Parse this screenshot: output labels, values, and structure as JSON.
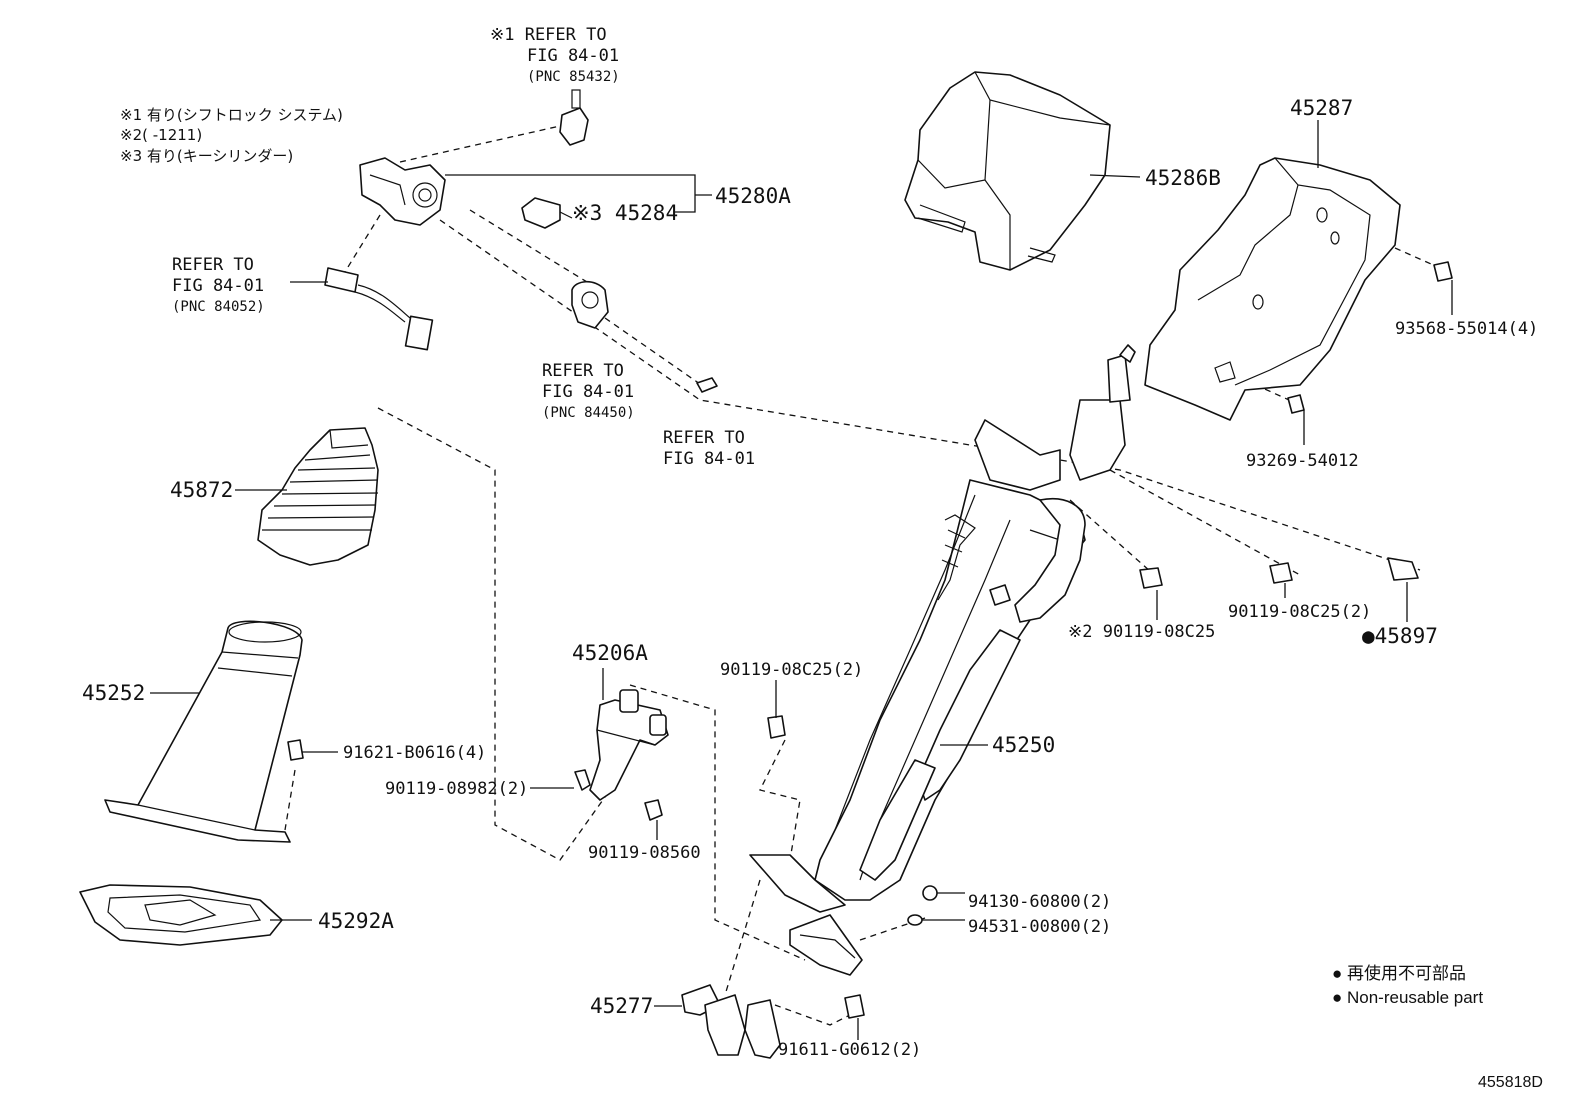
{
  "notes": {
    "n1": "※1 有り(シフトロック システム)",
    "n2": "※2(     -1211)",
    "n3": "※3 有り(キーシリンダー)"
  },
  "refs": {
    "r1": {
      "line1": "※1 REFER TO",
      "line2": "FIG 84-01",
      "line3": "(PNC 85432)"
    },
    "r2": {
      "line1": "REFER TO",
      "line2": "FIG 84-01",
      "line3": "(PNC 84052)"
    },
    "r3": {
      "line1": "REFER TO",
      "line2": "FIG 84-01",
      "line3": "(PNC 84450)"
    },
    "r4": {
      "line1": "REFER TO",
      "line2": "FIG 84-01"
    }
  },
  "parts": {
    "p45280A": "45280A",
    "p45284": "※3 45284",
    "p45286B": "45286B",
    "p45287": "45287",
    "p93568": "93568-55014(4)",
    "p93269": "93269-54012",
    "p90119a": "※2 90119-08C25",
    "p90119b": "90119-08C25(2)",
    "p45897": "●45897",
    "p45872": "45872",
    "p45252": "45252",
    "p91621": "91621-B0616(4)",
    "p45206A": "45206A",
    "p90119c": "90119-08982(2)",
    "p90119d": "90119-08560",
    "p90119e": "90119-08C25(2)",
    "p45250": "45250",
    "p94130": "94130-60800(2)",
    "p94531": "94531-00800(2)",
    "p45292A": "45292A",
    "p45277": "45277",
    "p91611": "91611-G0612(2)"
  },
  "legend": {
    "jp": "● 再使用不可部品",
    "en": "● Non-reusable part"
  },
  "figure_id": "455818D"
}
